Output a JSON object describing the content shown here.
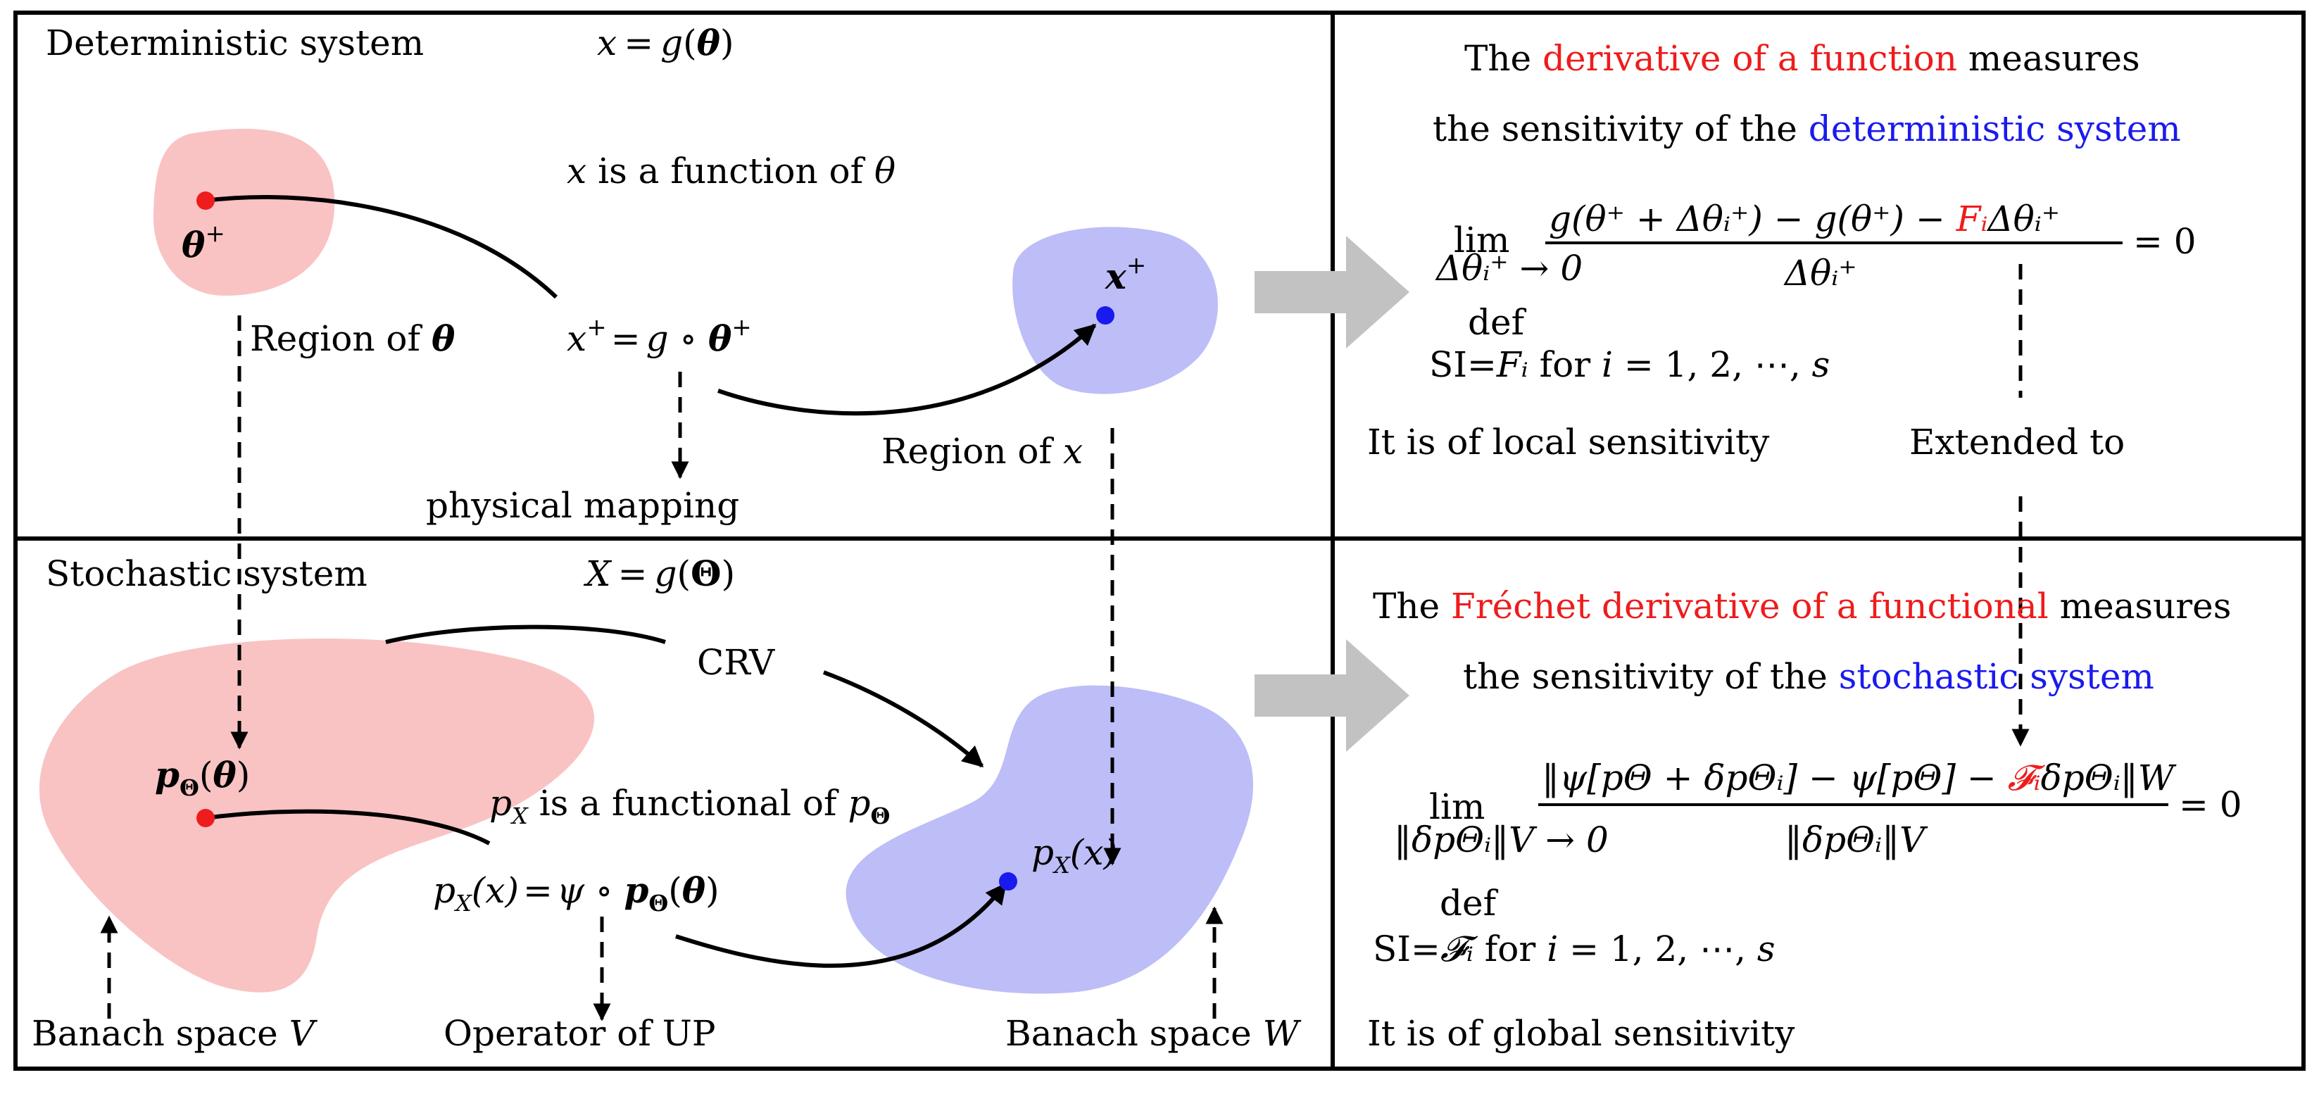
{
  "colors": {
    "red_region": "#f9c3c3",
    "blue_region": "#bdbdf7",
    "red_point": "#ee1c1c",
    "blue_point": "#1a1aee",
    "highlight_red": "#ee1c1c",
    "highlight_blue": "#1a1aee",
    "big_arrow": "#c2c2c2"
  },
  "deterministic": {
    "title": "Deterministic system",
    "equation": {
      "lhs": "x",
      "eq": "=",
      "fn": "g",
      "open": "(",
      "arg": "θ",
      "close": ")"
    },
    "relation": {
      "var": "x",
      "text": " is a function of ",
      "of": "θ"
    },
    "point_theta": {
      "sym": "θ",
      "sup": "+"
    },
    "region_theta": {
      "text": "Region of ",
      "sym": "θ"
    },
    "mapping": {
      "lhs": "x",
      "lhs_sup": "+",
      "eq": "=",
      "fn": "g",
      "op": " ∘ ",
      "arg": "θ",
      "arg_sup": "+"
    },
    "mapping_label": "physical mapping",
    "point_x": {
      "sym": "x",
      "sup": "+"
    },
    "region_x": {
      "text": "Region of ",
      "sym": "x"
    }
  },
  "stochastic": {
    "title": "Stochastic system",
    "equation": {
      "lhs": "X",
      "eq": "=",
      "fn": "g",
      "open": "(",
      "arg": "Θ",
      "close": ")"
    },
    "crv": "CRV",
    "density_theta": {
      "p": "p",
      "sub": "Θ",
      "open": "(",
      "arg": "θ",
      "close": ")"
    },
    "relation": {
      "p": "p",
      "sub": "X",
      "text": " is a functional of ",
      "p2": "p",
      "sub2": "Θ"
    },
    "mapping": {
      "p": "p",
      "sub": "X",
      "arg": "(x)",
      "eq": "=",
      "op": "ψ ∘ ",
      "p2": "p",
      "sub2": "Θ",
      "open": "(",
      "arg2": "θ",
      "close": ")"
    },
    "operator_label": "Operator of UP",
    "density_x": {
      "p": "p",
      "sub": "X",
      "arg": "(x)"
    },
    "banach_v": {
      "text": "Banach space ",
      "sym": "V"
    },
    "banach_w": {
      "text": "Banach space ",
      "sym": "W"
    }
  },
  "local": {
    "line1": {
      "a": "The ",
      "b": "derivative of a function",
      "c": " measures"
    },
    "line2": {
      "a": "the sensitivity of the ",
      "b": "deterministic system"
    },
    "limit": {
      "lim": "lim",
      "under": "Δθᵢ⁺ → 0",
      "num_a": "g(θ⁺ + Δθᵢ⁺) − g(θ⁺) − ",
      "num_red": "Fᵢ",
      "num_b": "Δθᵢ⁺",
      "den": "Δθᵢ⁺",
      "rhs": "= 0"
    },
    "si": {
      "def": "def",
      "a": "SI",
      "eq": "=",
      "b": "Fᵢ",
      "c": " for ",
      "d": "i",
      "e": " = 1, 2, ⋯, ",
      "f": "s"
    },
    "note": "It is of local sensitivity",
    "extended": "Extended to"
  },
  "global": {
    "line1": {
      "a": "The ",
      "b": "Fréchet derivative of a functional",
      "c": " measures"
    },
    "line2": {
      "a": "the sensitivity of the ",
      "b": "stochastic system"
    },
    "limit": {
      "lim": "lim",
      "under": "‖δpΘᵢ‖V → 0",
      "num_a": "‖ψ[pΘ + δpΘᵢ] − ψ[pΘ] − ",
      "num_red": "𝓕ᵢ",
      "num_b": "δpΘᵢ‖W",
      "den": "‖δpΘᵢ‖V",
      "rhs": "= 0"
    },
    "si": {
      "def": "def",
      "a": "SI",
      "eq": "=",
      "b": "𝓕ᵢ",
      "c": " for ",
      "d": "i",
      "e": " = 1, 2, ⋯, ",
      "f": "s"
    },
    "note": "It is of global sensitivity"
  }
}
